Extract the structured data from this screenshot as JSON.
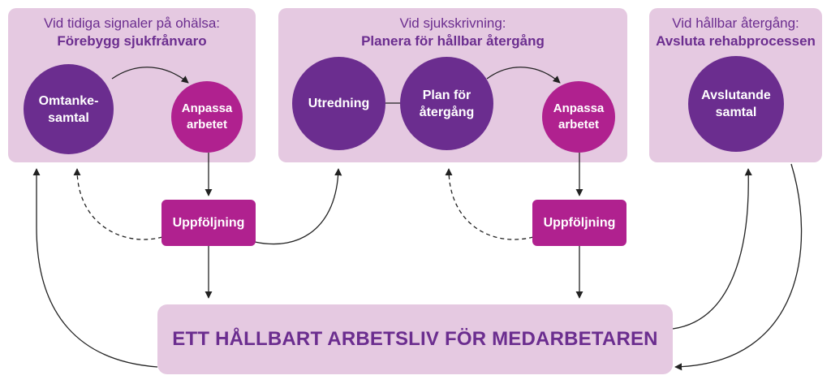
{
  "panels": [
    {
      "heading": "Vid tidiga signaler på ohälsa:",
      "subheading": "Förebygg sjukfrånvaro"
    },
    {
      "heading": "Vid sjukskrivning:",
      "subheading": "Planera för hållbar återgång"
    },
    {
      "heading": "Vid hållbar återgång:",
      "subheading": "Avsluta rehabprocessen"
    }
  ],
  "nodes": {
    "omtanke": "Omtanke-\nsamtal",
    "anpassa1": "Anpassa\narbetet",
    "utredning": "Utredning",
    "plan": "Plan för\nåtergång",
    "anpassa2": "Anpassa\narbetet",
    "avslutande": "Avslutande\nsamtal"
  },
  "followups": [
    "Uppföljning",
    "Uppföljning"
  ],
  "goal": "ETT HÅLLBART ARBETSLIV FÖR MEDARBETAREN",
  "colors": {
    "panel_bg": "#e5c9e1",
    "dark_purple": "#6b2d8f",
    "magenta": "#b0218f",
    "heading_text": "#6b2d8f"
  }
}
